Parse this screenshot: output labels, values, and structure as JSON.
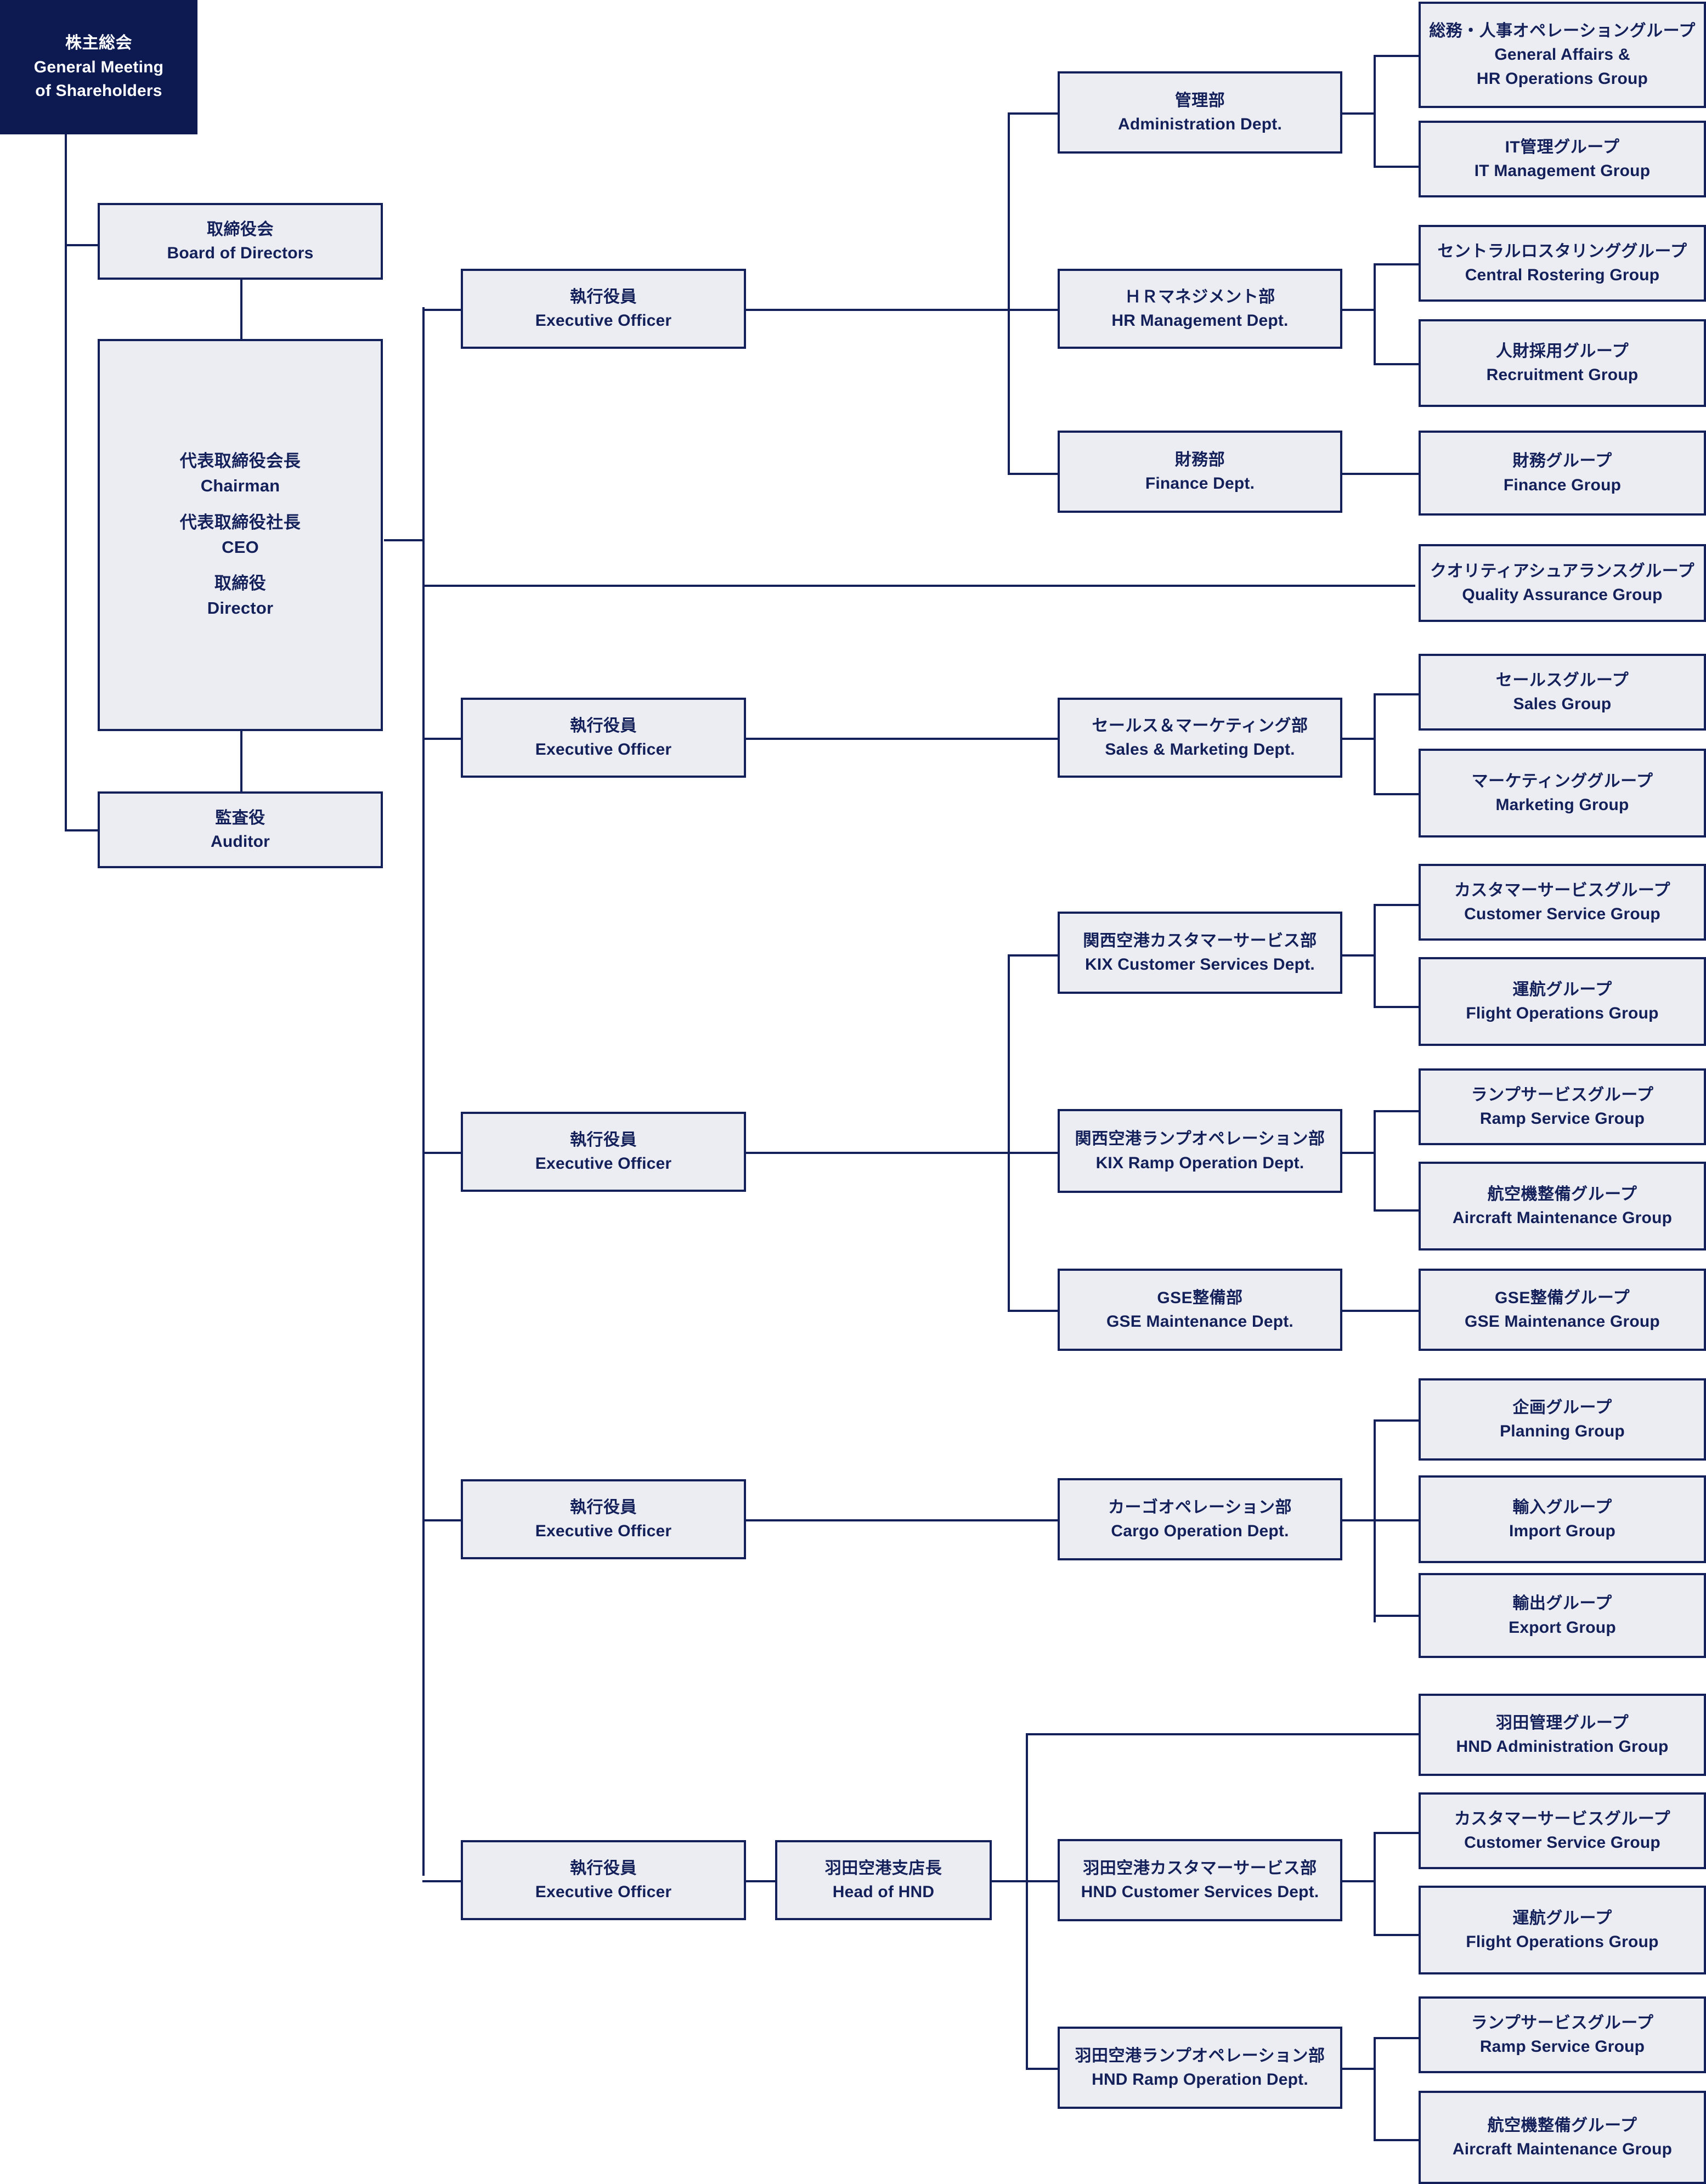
{
  "theme": {
    "box_fill": "#ebedf2",
    "box_border": "#14205a",
    "text_color": "#14205a",
    "root_fill": "#0d1a52",
    "root_text": "#ffffff",
    "page_bg": "#ffffff"
  },
  "nodes": {
    "shareholders": {
      "jp": "株主総会",
      "en": "General Meeting\nof Shareholders"
    },
    "board": {
      "jp": "取締役会",
      "en": "Board of Directors"
    },
    "ceo_l1_jp": "代表取締役会長",
    "ceo_l1_en": "Chairman",
    "ceo_l2_jp": "代表取締役社長",
    "ceo_l2_en": "CEO",
    "ceo_l3_jp": "取締役",
    "ceo_l3_en": "Director",
    "auditor": {
      "jp": "監査役",
      "en": "Auditor"
    },
    "eo1": {
      "jp": "執行役員",
      "en": "Executive Officer"
    },
    "eo2": {
      "jp": "執行役員",
      "en": "Executive Officer"
    },
    "eo3": {
      "jp": "執行役員",
      "en": "Executive Officer"
    },
    "eo4": {
      "jp": "執行役員",
      "en": "Executive Officer"
    },
    "eo5": {
      "jp": "執行役員",
      "en": "Executive Officer"
    },
    "head_hnd": {
      "jp": "羽田空港支店長",
      "en": "Head of HND"
    },
    "admin_dept": {
      "jp": "管理部",
      "en": "Administration Dept."
    },
    "hr_dept": {
      "jp": "ＨＲマネジメント部",
      "en": "HR Management Dept."
    },
    "finance_dept": {
      "jp": "財務部",
      "en": "Finance Dept."
    },
    "sales_dept": {
      "jp": "セールス＆マーケティング部",
      "en": "Sales & Marketing Dept."
    },
    "kix_cs_dept": {
      "jp": "関西空港カスタマーサービス部",
      "en": "KIX Customer Services Dept."
    },
    "kix_ramp_dept": {
      "jp": "関西空港ランプオペレーション部",
      "en": "KIX Ramp Operation Dept."
    },
    "gse_dept": {
      "jp": "GSE整備部",
      "en": "GSE Maintenance Dept."
    },
    "cargo_dept": {
      "jp": "カーゴオペレーション部",
      "en": "Cargo Operation Dept."
    },
    "hnd_cs_dept": {
      "jp": "羽田空港カスタマーサービス部",
      "en": "HND Customer Services Dept."
    },
    "hnd_ramp_dept": {
      "jp": "羽田空港ランプオペレーション部",
      "en": "HND Ramp Operation Dept."
    },
    "ga_hr_grp": {
      "jp": "総務・人事オペレーショングループ",
      "en": "General Affairs &\nHR Operations Group"
    },
    "it_grp": {
      "jp": "IT管理グループ",
      "en": "IT Management Group"
    },
    "rostering_grp": {
      "jp": "セントラルロスタリンググループ",
      "en": "Central Rostering Group"
    },
    "recruit_grp": {
      "jp": "人財採用グループ",
      "en": "Recruitment Group"
    },
    "finance_grp": {
      "jp": "財務グループ",
      "en": "Finance Group"
    },
    "qa_grp": {
      "jp": "クオリティアシュアランスグループ",
      "en": "Quality Assurance Group"
    },
    "sales_grp": {
      "jp": "セールスグループ",
      "en": "Sales Group"
    },
    "marketing_grp": {
      "jp": "マーケティンググループ",
      "en": "Marketing Group"
    },
    "kix_cs_grp": {
      "jp": "カスタマーサービスグループ",
      "en": "Customer Service Group"
    },
    "kix_flight_grp": {
      "jp": "運航グループ",
      "en": "Flight Operations Group"
    },
    "kix_ramp_grp": {
      "jp": "ランプサービスグループ",
      "en": "Ramp Service Group"
    },
    "kix_acm_grp": {
      "jp": "航空機整備グループ",
      "en": "Aircraft Maintenance Group"
    },
    "gse_grp": {
      "jp": "GSE整備グループ",
      "en": "GSE Maintenance Group"
    },
    "planning_grp": {
      "jp": "企画グループ",
      "en": "Planning Group"
    },
    "import_grp": {
      "jp": "輸入グループ",
      "en": "Import Group"
    },
    "export_grp": {
      "jp": "輸出グループ",
      "en": "Export Group"
    },
    "hnd_admin_grp": {
      "jp": "羽田管理グループ",
      "en": "HND Administration Group"
    },
    "hnd_cs_grp": {
      "jp": "カスタマーサービスグループ",
      "en": "Customer Service Group"
    },
    "hnd_flight_grp": {
      "jp": "運航グループ",
      "en": "Flight Operations Group"
    },
    "hnd_ramp_grp": {
      "jp": "ランプサービスグループ",
      "en": "Ramp Service Group"
    },
    "hnd_acm_grp": {
      "jp": "航空機整備グループ",
      "en": "Aircraft Maintenance Group"
    }
  }
}
